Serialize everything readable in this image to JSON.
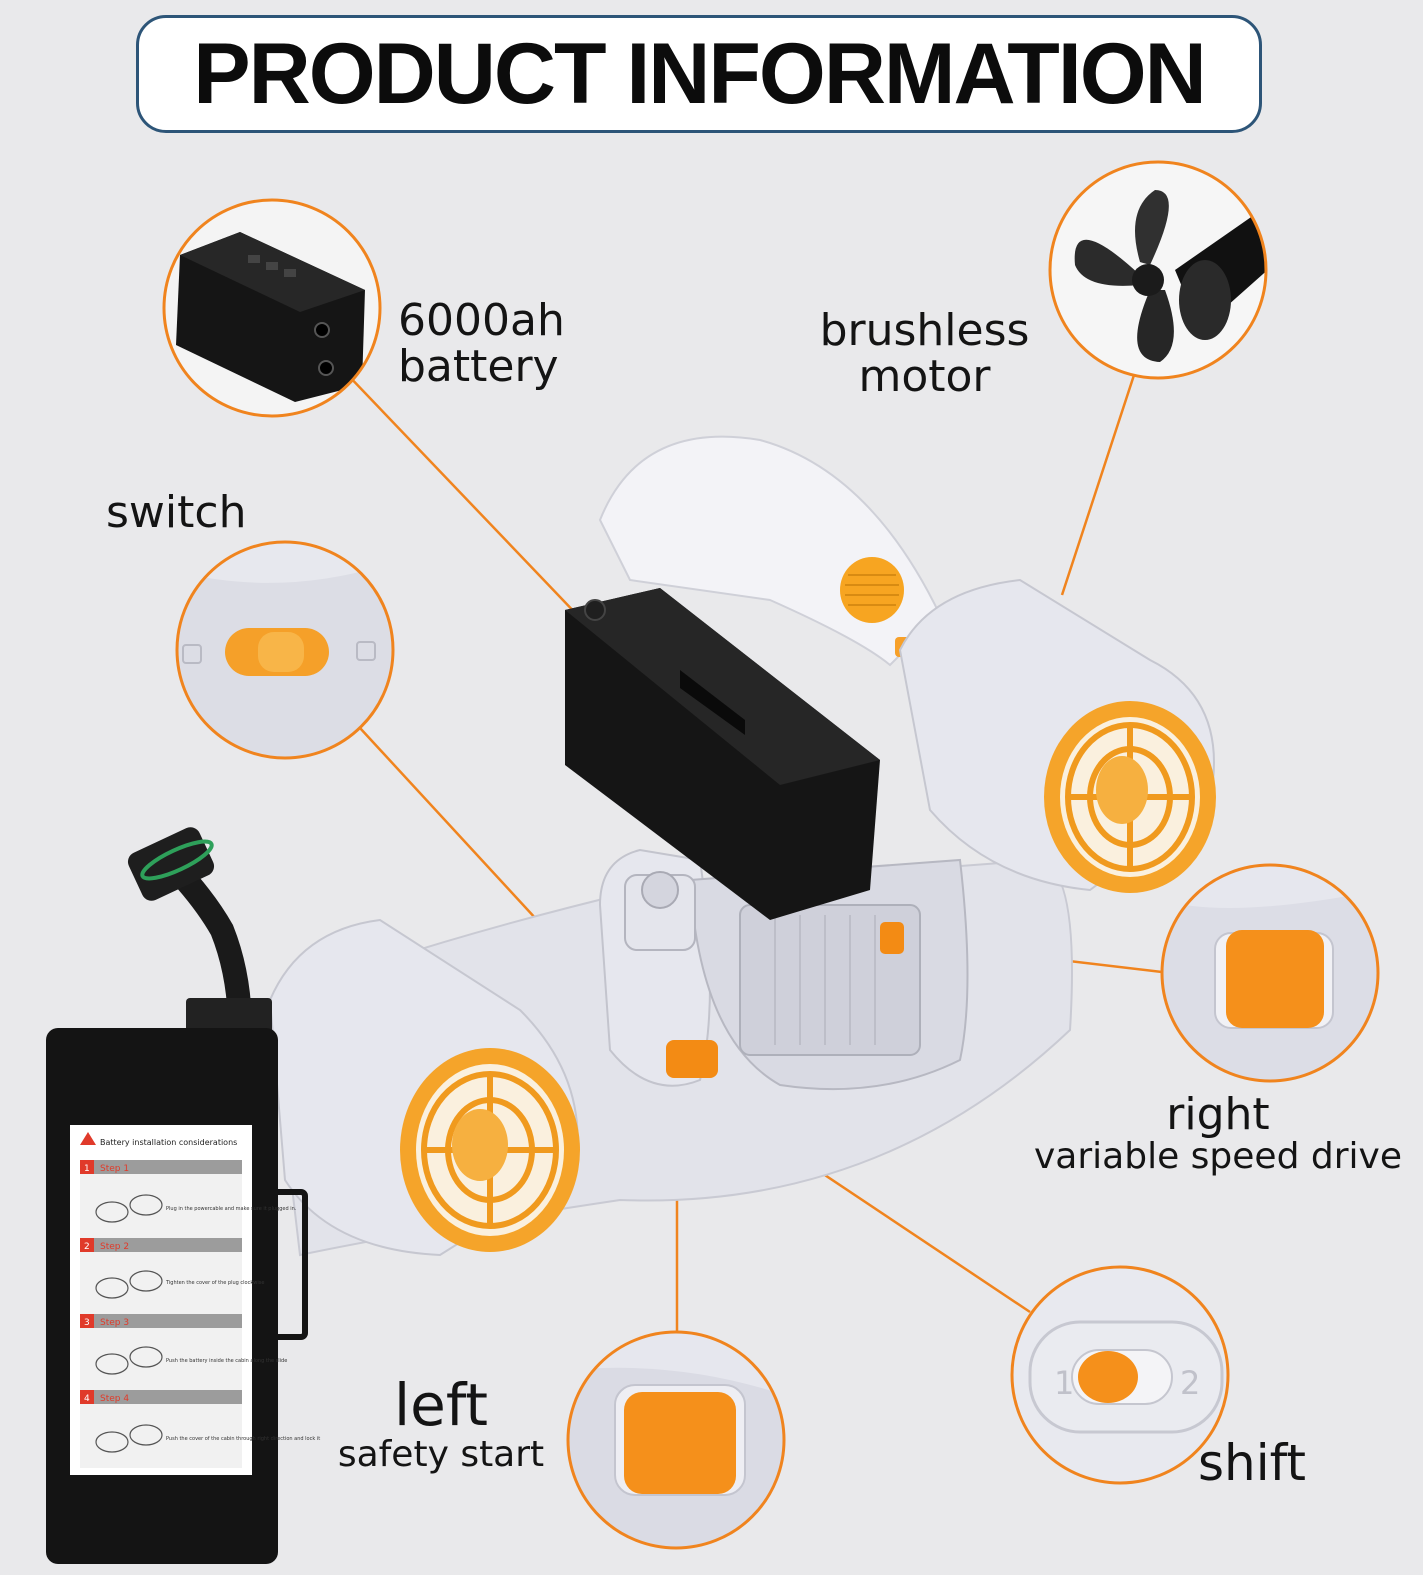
{
  "title": "PRODUCT INFORMATION",
  "colors": {
    "accent": "#f0841e",
    "orange_part": "#f7a029",
    "frame": "#2d5578",
    "body": "#e2e3ea",
    "dark": "#1c1c1c"
  },
  "callouts": {
    "battery": {
      "line1": "6000ah",
      "line2": "battery"
    },
    "motor": {
      "line1": "brushless",
      "line2": "motor"
    },
    "switch": {
      "label": "switch"
    },
    "right": {
      "line1": "right",
      "line2": "variable speed drive"
    },
    "left": {
      "line1": "left",
      "line2": "safety start"
    },
    "shift": {
      "label": "shift"
    }
  },
  "battery_pack_label": {
    "heading": "Battery installation considerations",
    "steps": [
      {
        "num": "1",
        "title": "Step 1",
        "text": "Plug in the powercable and make sure it plugged in."
      },
      {
        "num": "2",
        "title": "Step 2",
        "text": "Tighten the cover of the plug clockwise"
      },
      {
        "num": "3",
        "title": "Step 3",
        "text": "Push the battery inside the cabin along the slide"
      },
      {
        "num": "4",
        "title": "Step 4",
        "text": "Push the cover of the cabin through right direction and lock it"
      }
    ]
  },
  "shift_positions": [
    "1",
    "2"
  ]
}
